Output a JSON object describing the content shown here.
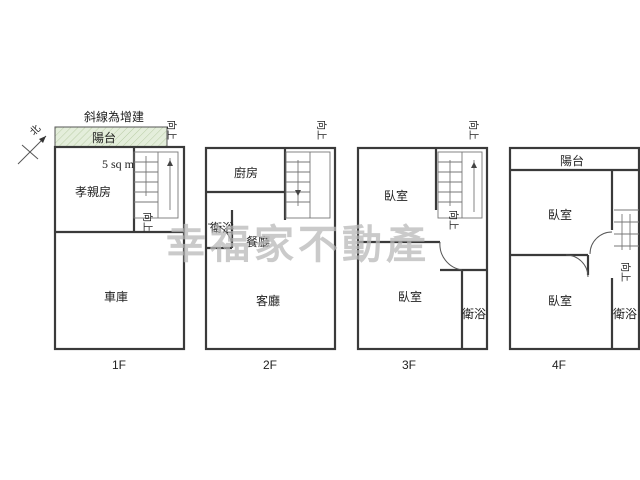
{
  "compass": {
    "north_label": "北"
  },
  "floor1": {
    "floor_label": "1F",
    "addition_note": "斜線為增建",
    "balcony": "陽台",
    "area_note": "5 sq m",
    "room_elder": "孝親房",
    "room_garage": "車庫",
    "stair_up_a": "向上",
    "stair_up_b": "向上"
  },
  "floor2": {
    "floor_label": "2F",
    "kitchen": "廚房",
    "bath": "衛浴",
    "dining": "餐廳",
    "living": "客廳",
    "stair_up": "向上"
  },
  "floor3": {
    "floor_label": "3F",
    "bedroom_top": "臥室",
    "bedroom_bottom": "臥室",
    "bath": "衛浴",
    "stair_up_a": "向上",
    "stair_up_b": "向上"
  },
  "floor4": {
    "floor_label": "4F",
    "balcony": "陽台",
    "bedroom_top": "臥室",
    "bedroom_bottom": "臥室",
    "bath": "衛浴",
    "stair_up": "向上"
  },
  "watermark": "幸福家不動產",
  "colors": {
    "addition_hatch": "#dde8cf",
    "wall": "#3a3a3a",
    "watermark": "#b8b8b8"
  }
}
